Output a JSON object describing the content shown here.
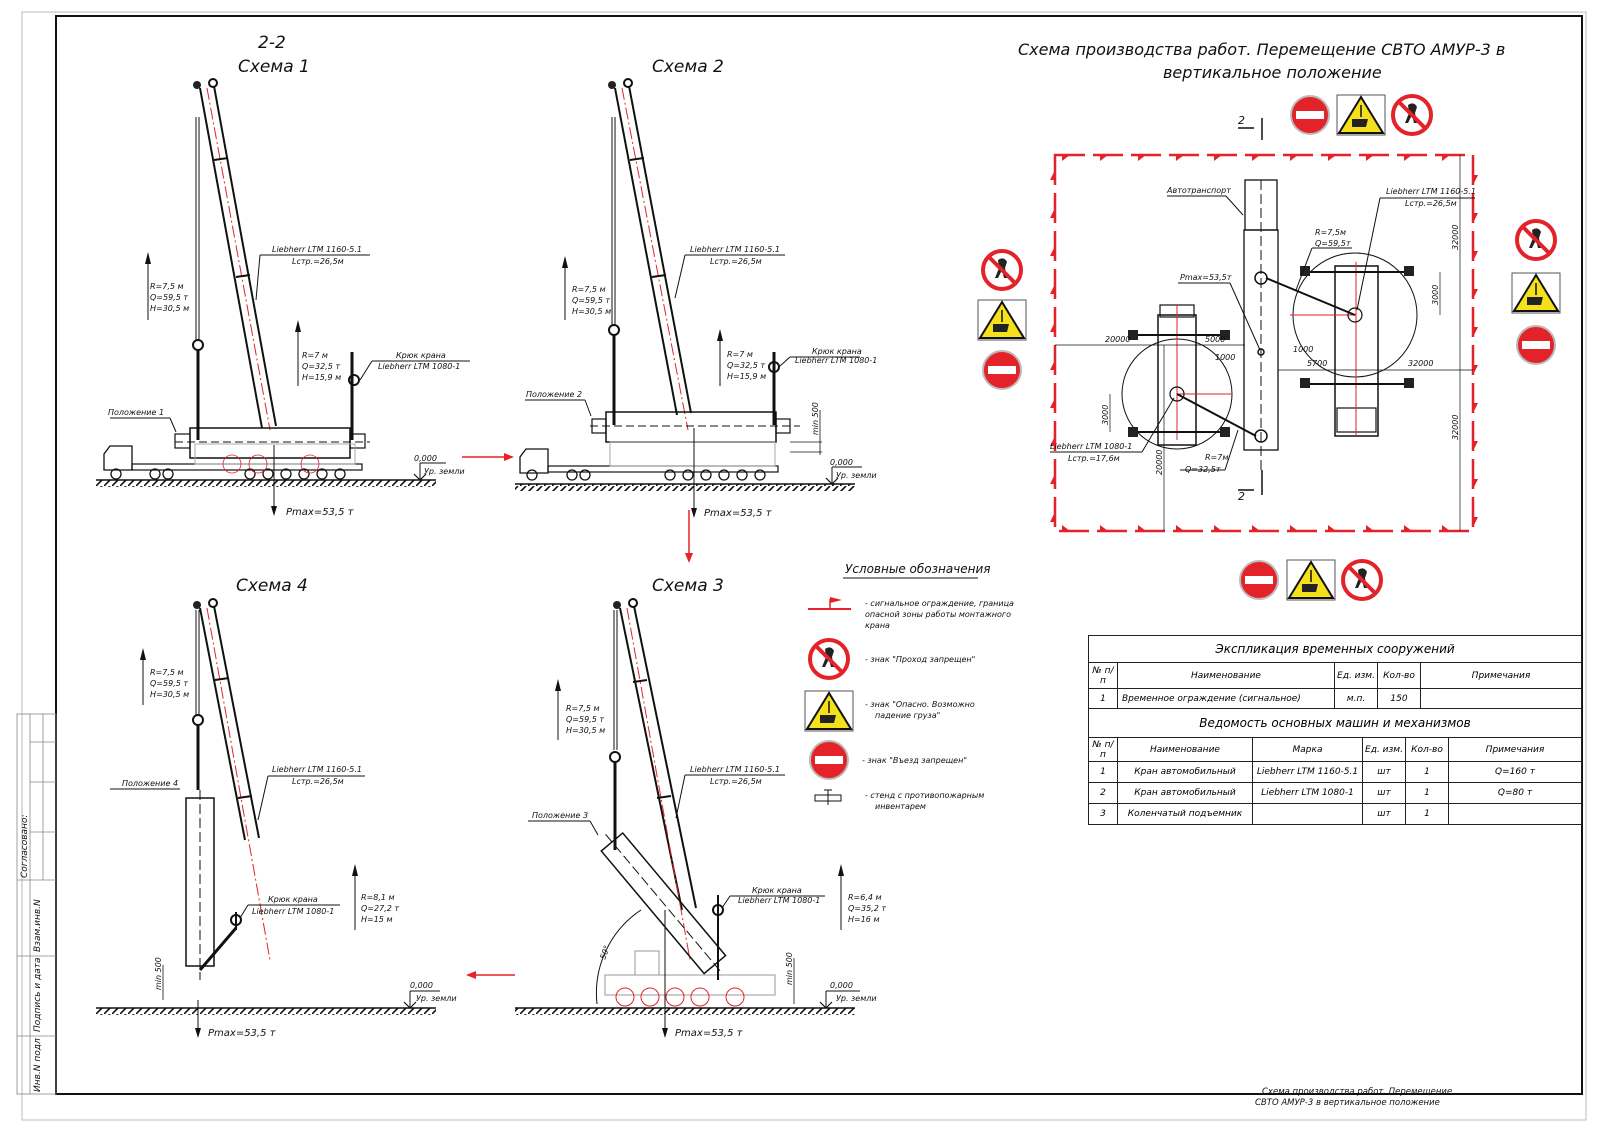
{
  "drawing": {
    "main_title_line1": "Схема производства работ. Перемещение СВТО АМУР-3 в",
    "main_title_line2": "вертикальное положение",
    "section_label": "2-2",
    "section_marker": "2",
    "stamp_line1": "Схема производства работ. Перемещение",
    "stamp_line2": "СВТО АМУР-3 в вертикальное положение"
  },
  "side_stamp": {
    "agreed": "Согласовано:",
    "inv_replace": "Взам.инв.N",
    "sign_date": "Подпись и дата",
    "inv_orig": "Инв.N подл"
  },
  "schemes": [
    {
      "title": "Схема 1",
      "position": "Положение 1",
      "main_crane": {
        "model": "Liebherr LTM 1160-5.1",
        "boom": "Lстр.=26,5м",
        "r": "R=7,5 м",
        "q": "Q=59,5 т",
        "h": "H=30,5 м"
      },
      "aux_crane": {
        "label": "Крюк крана",
        "model": "Liebherr LTM 1080-1",
        "r": "R=7 м",
        "q": "Q=32,5 т",
        "h": "H=15,9 м"
      },
      "ground_level": "0,000",
      "ground_label": "Ур. земли",
      "pmax": "Pmax=53,5 т"
    },
    {
      "title": "Схема 2",
      "position": "Положение 2",
      "main_crane": {
        "model": "Liebherr LTM 1160-5.1",
        "boom": "Lстр.=26,5м",
        "r": "R=7,5 м",
        "q": "Q=59,5 т",
        "h": "H=30,5 м"
      },
      "aux_crane": {
        "label": "Крюк крана",
        "model": "Liebherr LTM 1080-1",
        "r": "R=7 м",
        "q": "Q=32,5 т",
        "h": "H=15,9 м"
      },
      "min_clearance": "min 500",
      "ground_level": "0,000",
      "ground_label": "Ур. земли",
      "pmax": "Pmax=53,5 т"
    },
    {
      "title": "Схема 3",
      "position": "Положение 3",
      "main_crane": {
        "model": "Liebherr LTM 1160-5.1",
        "boom": "Lстр.=26,5м",
        "r": "R=7,5 м",
        "q": "Q=59,5 т",
        "h": "H=30,5 м"
      },
      "aux_crane": {
        "label": "Крюк крана",
        "model": "Liebherr LTM 1080-1",
        "r": "R=6,4 м",
        "q": "Q=35,2 т",
        "h": "H=16 м"
      },
      "angle": "50°",
      "min_clearance": "min 500",
      "ground_level": "0,000",
      "ground_label": "Ур. земли",
      "pmax": "Pmax=53,5 т"
    },
    {
      "title": "Схема 4",
      "position": "Положение 4",
      "main_crane": {
        "model": "Liebherr LTM 1160-5.1",
        "boom": "Lстр.=26,5м",
        "r": "R=7,5 м",
        "q": "Q=59,5 т",
        "h": "H=30,5 м"
      },
      "aux_crane": {
        "label": "Крюк крана",
        "model": "Liebherr LTM 1080-1",
        "r": "R=8,1 м",
        "q": "Q=27,2 т",
        "h": "H=15 м"
      },
      "min_clearance": "min 500",
      "ground_level": "0,000",
      "ground_label": "Ур. земли",
      "pmax": "Pmax=53,5 т"
    }
  ],
  "plan": {
    "transport_label": "Автотранспорт",
    "crane1": {
      "model": "Liebherr LTM 1160-5.1",
      "boom": "Lстр.=26,5м",
      "r": "R=7,5м",
      "q": "Q=59,5т"
    },
    "crane2": {
      "model": "Liebherr LTM 1080-1",
      "boom": "Lстр.=17,6м",
      "r": "R=7м",
      "q": "Q=32,5т"
    },
    "pmax": "Pmax=53,5т",
    "dims": {
      "d20000a": "20000",
      "d5000": "5000",
      "d1000a": "1000",
      "d1000b": "1000",
      "d5700": "5700",
      "d32000h": "32000",
      "d32000v1": "32000",
      "d32000v2": "32000",
      "d3000a": "3000",
      "d3000b": "3000",
      "d20000v": "20000"
    }
  },
  "legend": {
    "title": "Условные обозначения",
    "items": [
      {
        "icon": "signal-fence-icon",
        "text1": "- сигнальное ограждение, граница",
        "text2": "опасной зоны работы монтажного",
        "text3": "крана"
      },
      {
        "icon": "no-pedestrian-sign-icon",
        "text1": "- знак \"Проход запрещен\""
      },
      {
        "icon": "falling-load-warning-icon",
        "text1": "- знак \"Опасно. Возможно",
        "text2": "падение груза\""
      },
      {
        "icon": "no-entry-sign-icon",
        "text1": "- знак \"Въезд запрещен\""
      },
      {
        "icon": "fire-stand-icon",
        "text1": "- стенд с противопожарным",
        "text2": "инвентарем"
      }
    ]
  },
  "explication": {
    "title": "Экспликация временных сооружений",
    "headers": [
      "№ п/п",
      "Наименование",
      "Ед. изм.",
      "Кол-во",
      "Примечания"
    ],
    "rows": [
      [
        "1",
        "Временное ограждение (сигнальное)",
        "м.п.",
        "150",
        ""
      ]
    ]
  },
  "machines": {
    "title": "Ведомость основных машин и механизмов",
    "headers": [
      "№ п/п",
      "Наименование",
      "Марка",
      "Ед. изм.",
      "Кол-во",
      "Примечания"
    ],
    "rows": [
      [
        "1",
        "Кран автомобильный",
        "Liebherr LTM 1160-5.1",
        "шт",
        "1",
        "Q=160 т"
      ],
      [
        "2",
        "Кран автомобильный",
        "Liebherr LTM 1080-1",
        "шт",
        "1",
        "Q=80 т"
      ],
      [
        "3",
        "Коленчатый подъемник",
        "",
        "шт",
        "1",
        ""
      ]
    ]
  },
  "colors": {
    "accent_red": "#e32229",
    "sign_yellow": "#f5e11b",
    "line": "#111111"
  }
}
